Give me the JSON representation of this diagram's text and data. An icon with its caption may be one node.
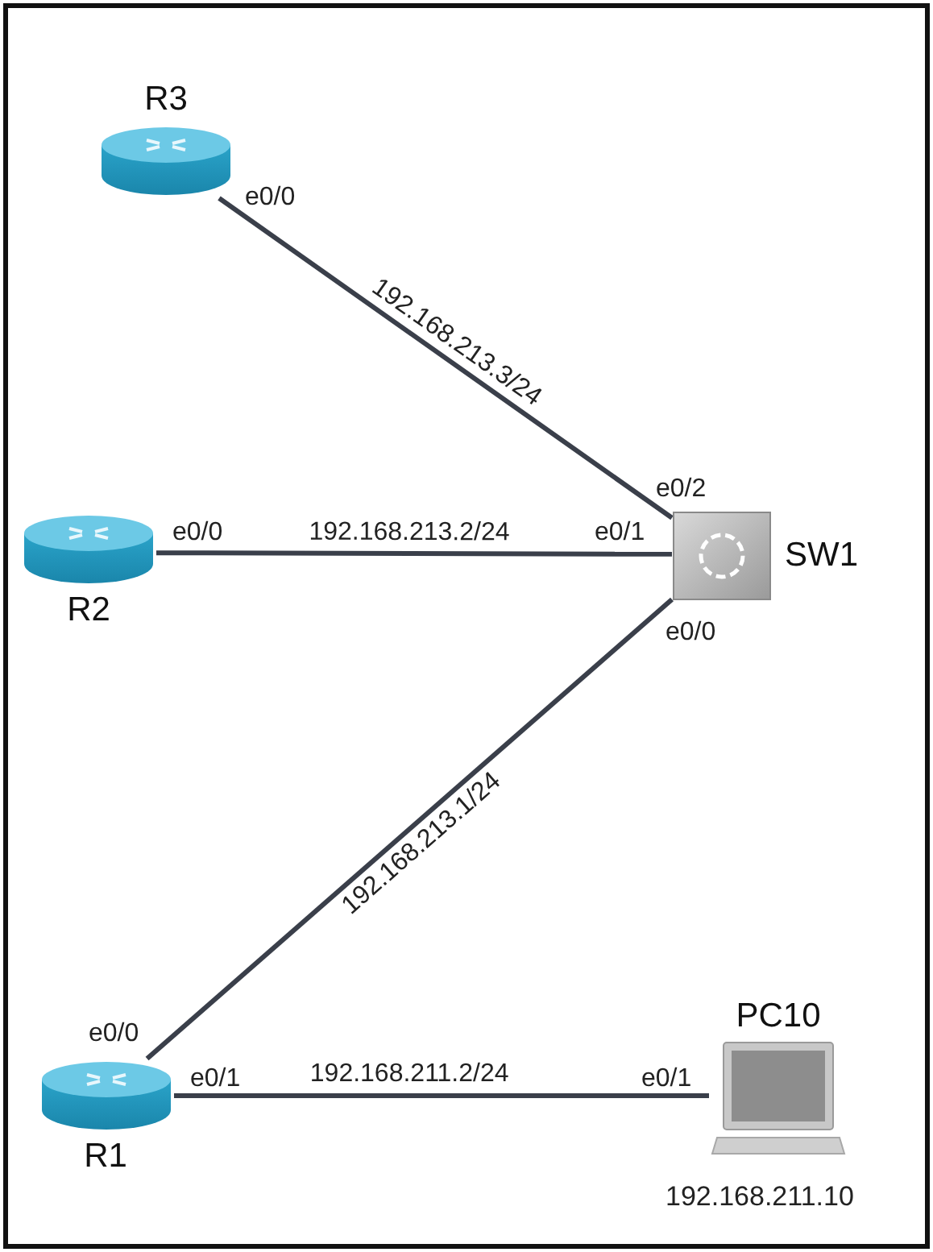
{
  "diagram": {
    "nodes": [
      {
        "text": [
          "R3"
        ]
      },
      {
        "text": [
          "R2"
        ]
      },
      {
        "text": [
          "SW1"
        ]
      },
      {
        "text": [
          "R1"
        ]
      },
      {
        "text": [
          "PC10"
        ],
        "beside": [
          "192.168.211.10"
        ]
      }
    ],
    "edges": [
      {
        "from": 0,
        "to": 2,
        "arrow": "none",
        "label": "192.168.213.3/24"
      },
      {
        "from": 1,
        "to": 2,
        "arrow": "none",
        "label": "192.168.213.2/24"
      },
      {
        "from": 2,
        "to": 3,
        "arrow": "none",
        "label": "192.168.213.1/24"
      },
      {
        "from": 3,
        "to": 4,
        "arrow": "none",
        "label": "192.168.211.2/24"
      }
    ],
    "labels": [
      "e0/0",
      "e0/2",
      "e0/0",
      "e0/1",
      "e0/0",
      "e0/0",
      "e0/1",
      "e0/1"
    ]
  }
}
